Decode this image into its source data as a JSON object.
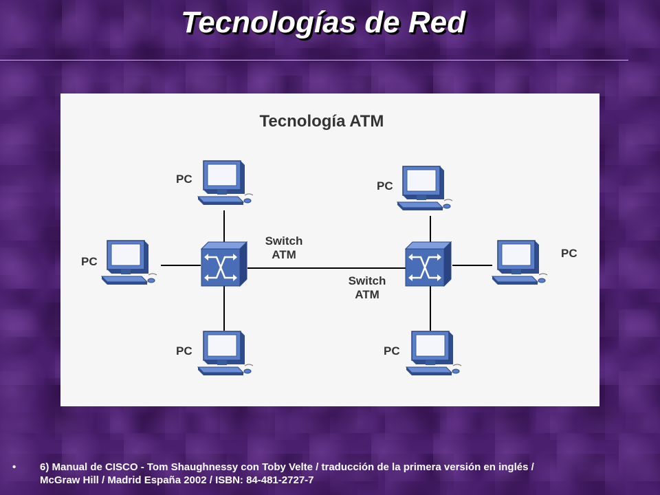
{
  "slide": {
    "title": "Tecnologías de Red"
  },
  "diagram": {
    "title": "Tecnología ATM",
    "switches": [
      {
        "label_line1": "Switch",
        "label_line2": "ATM"
      },
      {
        "label_line1": "Switch",
        "label_line2": "ATM"
      }
    ],
    "pcs": [
      {
        "label": "PC"
      },
      {
        "label": "PC"
      },
      {
        "label": "PC"
      },
      {
        "label": "PC"
      },
      {
        "label": "PC"
      },
      {
        "label": "PC"
      }
    ]
  },
  "footnote": {
    "bullet": "•",
    "text": "6) Manual de CISCO - Tom Shaughnessy con Toby Velte / traducción de la primera versión en inglés / McGraw Hill / Madrid España 2002 / ISBN: 84-481-2727-7"
  },
  "colors": {
    "background": "#4a1f6e",
    "device_blue": "#4a6db8",
    "link_line": "#000000"
  }
}
